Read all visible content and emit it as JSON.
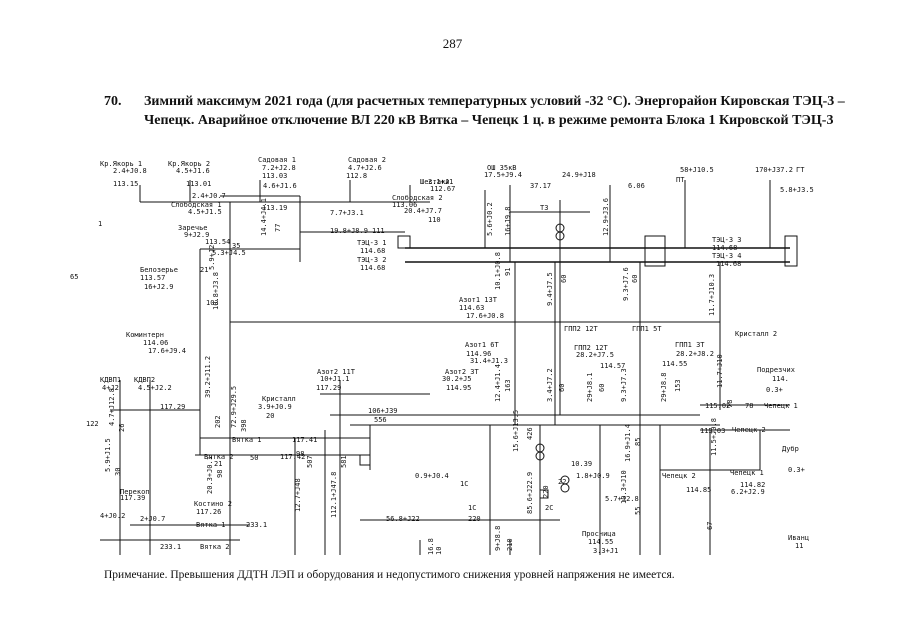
{
  "page_number": "287",
  "heading": {
    "number": "70.",
    "text": "Зимний максимум 2021 года (для расчетных температурных условий -32 °C). Энергорайон Кировская ТЭЦ-3 – Чепецк. Аварийное отключение ВЛ 220 кВ Вятка – Чепецк 1 ц. в режиме ремонта Блока 1 Кировской ТЭЦ-3"
  },
  "note": "Примечание. Превышения ДДТН ЛЭП и оборудования и недопустимого снижения уровней напряжения не имеется.",
  "labels": [
    {
      "t": "Кр.Якорь 1"
    },
    {
      "t": "2.4+J0.8"
    },
    {
      "t": "113.15"
    },
    {
      "t": "Кр.Якорь 2"
    },
    {
      "t": "4.5+J1.6"
    },
    {
      "t": "113.01"
    },
    {
      "t": "Садовая 1"
    },
    {
      "t": "7.2+J2.8"
    },
    {
      "t": "113.03"
    },
    {
      "t": "Садовая 2"
    },
    {
      "t": "4.7+J2.6"
    },
    {
      "t": "112.8"
    },
    {
      "t": "Шестаки"
    },
    {
      "t": "3.1+J1"
    },
    {
      "t": "112.67"
    },
    {
      "t": "ОШ 35кВ"
    },
    {
      "t": "17.5+J9.4"
    },
    {
      "t": "37.17"
    },
    {
      "t": "24.9+J18"
    },
    {
      "t": "6.06"
    },
    {
      "t": "58+J10.5"
    },
    {
      "t": "ПТ"
    },
    {
      "t": "170+J37.2"
    },
    {
      "t": "ГТ"
    },
    {
      "t": "5.8+J3.5"
    },
    {
      "t": "4.6+J1.6"
    },
    {
      "t": "2.4+J0.7"
    },
    {
      "t": "Слободская 1"
    },
    {
      "t": "4.5+J1.5"
    },
    {
      "t": "113.19"
    },
    {
      "t": "Слободская 2"
    },
    {
      "t": "113.06"
    },
    {
      "t": "20.4+J7.7"
    },
    {
      "t": "7.7+J3.1"
    },
    {
      "t": "110"
    },
    {
      "t": "Т3"
    },
    {
      "t": "Заречье"
    },
    {
      "t": "9+J2.9"
    },
    {
      "t": "113.54"
    },
    {
      "t": "5.3+J4.5"
    },
    {
      "t": "35"
    },
    {
      "t": "19.8+J8.9"
    },
    {
      "t": "111"
    },
    {
      "t": "ТЭЦ-3 1"
    },
    {
      "t": "114.68"
    },
    {
      "t": "ТЭЦ-3 2"
    },
    {
      "t": "114.68"
    },
    {
      "t": "ТЭЦ-3 3"
    },
    {
      "t": "114.68"
    },
    {
      "t": "ТЭЦ-3 4"
    },
    {
      "t": "114.68"
    },
    {
      "t": "65"
    },
    {
      "t": "Белозерье"
    },
    {
      "t": "113.57"
    },
    {
      "t": "16+J2.9"
    },
    {
      "t": "21"
    },
    {
      "t": "103"
    },
    {
      "t": "Азот1 13T"
    },
    {
      "t": "114.63"
    },
    {
      "t": "17.6+J0.8"
    },
    {
      "t": "ГПП2 12T"
    },
    {
      "t": "ГПП1 5T"
    },
    {
      "t": "Кристалл 2"
    },
    {
      "t": "Коминтерн"
    },
    {
      "t": "114.06"
    },
    {
      "t": "17.6+J9.4"
    },
    {
      "t": "Азот1 6T"
    },
    {
      "t": "114.96"
    },
    {
      "t": "31.4+J1.3"
    },
    {
      "t": "ГПП2 12T"
    },
    {
      "t": "28.2+J7.5"
    },
    {
      "t": "114.57"
    },
    {
      "t": "ГПП1 3T"
    },
    {
      "t": "28.2+J8.2"
    },
    {
      "t": "114.55"
    },
    {
      "t": "Азот2 11T"
    },
    {
      "t": "10+J1.1"
    },
    {
      "t": "117.29"
    },
    {
      "t": "Азот2 3T"
    },
    {
      "t": "30.2+J5"
    },
    {
      "t": "114.95"
    },
    {
      "t": "КДВП1"
    },
    {
      "t": "4+J2"
    },
    {
      "t": "КДВП2"
    },
    {
      "t": "4.5+J2.2"
    },
    {
      "t": "117.29"
    },
    {
      "t": "Кристалл"
    },
    {
      "t": "3.9+J0.9"
    },
    {
      "t": "20"
    },
    {
      "t": "106+J39"
    },
    {
      "t": "556"
    },
    {
      "t": "Вятка 1"
    },
    {
      "t": "117.41"
    },
    {
      "t": "Вятка 2"
    },
    {
      "t": "117.42"
    },
    {
      "t": "Перекоп"
    },
    {
      "t": "117.39"
    },
    {
      "t": "Костино 2"
    },
    {
      "t": "117.26"
    },
    {
      "t": "4+J0.2"
    },
    {
      "t": "2+J0.7"
    },
    {
      "t": "Вятка 1"
    },
    {
      "t": "233.1"
    },
    {
      "t": "233.1"
    },
    {
      "t": "Вятка 2"
    },
    {
      "t": "0.9+J0.4"
    },
    {
      "t": "1С"
    },
    {
      "t": "10.39"
    },
    {
      "t": "1.8+J0.9"
    },
    {
      "t": "22"
    },
    {
      "t": "1С"
    },
    {
      "t": "2С"
    },
    {
      "t": "56.8+J22"
    },
    {
      "t": "220"
    },
    {
      "t": "Чепецк 2"
    },
    {
      "t": "114.85"
    },
    {
      "t": "5.7+J2.8"
    },
    {
      "t": "Чепецк 1"
    },
    {
      "t": "114.82"
    },
    {
      "t": "6.2+J2.9"
    },
    {
      "t": "115.03"
    },
    {
      "t": "Чепецк 2"
    },
    {
      "t": "115.02"
    },
    {
      "t": "78"
    },
    {
      "t": "Чепецк 1"
    },
    {
      "t": "Подрезчих"
    },
    {
      "t": "114."
    },
    {
      "t": "0.3+"
    },
    {
      "t": "Дубр"
    },
    {
      "t": "0.3+"
    },
    {
      "t": "Просница"
    },
    {
      "t": "114.55"
    },
    {
      "t": "3.3+J1"
    },
    {
      "t": "Иванц"
    },
    {
      "t": "11"
    },
    {
      "t": "1"
    },
    {
      "t": "50"
    },
    {
      "t": "98"
    },
    {
      "t": "21"
    },
    {
      "t": "122"
    }
  ],
  "vlabels": [
    {
      "t": "14.4+J4.1"
    },
    {
      "t": "77"
    },
    {
      "t": "5.9+J2"
    },
    {
      "t": "10.8+J3.8"
    },
    {
      "t": "5.6+J0.2"
    },
    {
      "t": "16+J9.8"
    },
    {
      "t": "12.9+J3.6"
    },
    {
      "t": "10.1+J0.8"
    },
    {
      "t": "91"
    },
    {
      "t": "9.4+J7.5"
    },
    {
      "t": "60"
    },
    {
      "t": "9.3+J7.6"
    },
    {
      "t": "60"
    },
    {
      "t": "11.7+J10.3"
    },
    {
      "t": "4.7+J12.8"
    },
    {
      "t": "26"
    },
    {
      "t": "39.2+J11.2"
    },
    {
      "t": "202"
    },
    {
      "t": "72.9+J29.5"
    },
    {
      "t": "398"
    },
    {
      "t": "12.4+J1.4"
    },
    {
      "t": "163"
    },
    {
      "t": "3.4+J7.2"
    },
    {
      "t": "60"
    },
    {
      "t": "29+J8.1"
    },
    {
      "t": "60"
    },
    {
      "t": "9.3+J7.3"
    },
    {
      "t": "29+J8.8"
    },
    {
      "t": "153"
    },
    {
      "t": "11.7+J10"
    },
    {
      "t": "78"
    },
    {
      "t": "5.9+J1.5"
    },
    {
      "t": "30"
    },
    {
      "t": "20.3+J0.1"
    },
    {
      "t": "98"
    },
    {
      "t": "12.7+J48"
    },
    {
      "t": "507"
    },
    {
      "t": "112.1+J47.8"
    },
    {
      "t": "581"
    },
    {
      "t": "15.6+J13.5"
    },
    {
      "t": "426"
    },
    {
      "t": "85.6+J22.9"
    },
    {
      "t": "220"
    },
    {
      "t": "16.9+J1.4"
    },
    {
      "t": "85"
    },
    {
      "t": "10.3+J10"
    },
    {
      "t": "55"
    },
    {
      "t": "11.5+J0.8"
    },
    {
      "t": "67"
    },
    {
      "t": "9+J8.8"
    },
    {
      "t": "210"
    },
    {
      "t": "16.8"
    },
    {
      "t": "10"
    }
  ]
}
